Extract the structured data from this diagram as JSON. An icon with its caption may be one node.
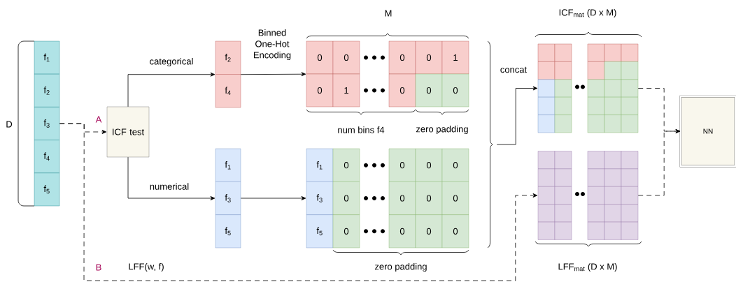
{
  "diagram": {
    "nodes": [
      {
        "text": [
          "f$_{1}$"
        ]
      },
      {
        "text": [
          "f$_{2}$"
        ]
      },
      {
        "text": [
          "f$_{3}$"
        ]
      },
      {
        "text": [
          "f$_{4}$"
        ]
      },
      {
        "text": [
          "f$_{5}$"
        ]
      },
      {
        "text": [
          "ICF test"
        ]
      },
      {
        "text": [
          "f$_{2}$"
        ]
      },
      {
        "text": [
          "f$_{4}$"
        ]
      },
      {
        "text": [
          "f$_{1}$"
        ]
      },
      {
        "text": [
          "f$_{3}$"
        ]
      },
      {
        "text": [
          "f$_{5}$"
        ]
      },
      {
        "text": [
          "0"
        ]
      },
      {
        "text": [
          "0"
        ]
      },
      {
        "text": [
          "0"
        ]
      },
      {
        "text": [
          "0"
        ]
      },
      {
        "text": [
          "1"
        ]
      },
      {
        "text": [
          "0"
        ]
      },
      {
        "text": [
          "1"
        ]
      },
      {
        "text": [
          "0"
        ]
      },
      {
        "text": [
          "0"
        ]
      },
      {
        "text": [
          "0"
        ]
      },
      {
        "text": [
          "f$_{1}$"
        ]
      },
      {
        "text": [
          "0"
        ]
      },
      {
        "text": [
          "0"
        ]
      },
      {
        "text": [
          "0"
        ]
      },
      {
        "text": [
          "0"
        ]
      },
      {
        "text": [
          "f$_{3}$"
        ]
      },
      {
        "text": [
          "0"
        ]
      },
      {
        "text": [
          "0"
        ]
      },
      {
        "text": [
          "0"
        ]
      },
      {
        "text": [
          "0"
        ]
      },
      {
        "text": [
          "f$_{5}$"
        ]
      },
      {
        "text": [
          "0"
        ]
      },
      {
        "text": [
          "0"
        ]
      },
      {
        "text": [
          "0"
        ]
      },
      {
        "text": [
          "0"
        ]
      },
      {
        "text": [],
        "shape": "box"
      },
      {
        "text": [],
        "shape": "box"
      },
      {
        "text": [
          "NN"
        ]
      },
      {
        "text": [],
        "shape": "brace"
      }
    ],
    "edges": [
      {
        "from": 2,
        "to": 5,
        "arrow": "to",
        "style": "dashed",
        "label": "A"
      },
      {
        "from": 2,
        "to": 37,
        "arrow": "to",
        "style": "dashed",
        "label": "B"
      },
      {
        "from": 5,
        "to": 6,
        "arrow": "to",
        "label": "categorical"
      },
      {
        "from": 5,
        "to": 9,
        "arrow": "to",
        "label": "numerical"
      },
      {
        "from": 6,
        "to": 11,
        "arrow": "to",
        "label": "Binned One-Hot Encoding"
      },
      {
        "from": 9,
        "to": 26,
        "arrow": "to"
      },
      {
        "from": 39,
        "to": 36,
        "arrow": "to",
        "label": "concat"
      },
      {
        "from": 36,
        "to": 38,
        "arrow": "to",
        "style": "dashed"
      },
      {
        "from": 37,
        "to": 38,
        "arrow": "to",
        "style": "dashed"
      }
    ],
    "labels": [
      "M",
      "ICF$_{mat}$ (D x M)",
      "D",
      "num bins f4",
      "zero padding",
      "LFF(w, f)",
      "zero padding",
      "LFF$_{mat}$ (D x M)"
    ]
  }
}
